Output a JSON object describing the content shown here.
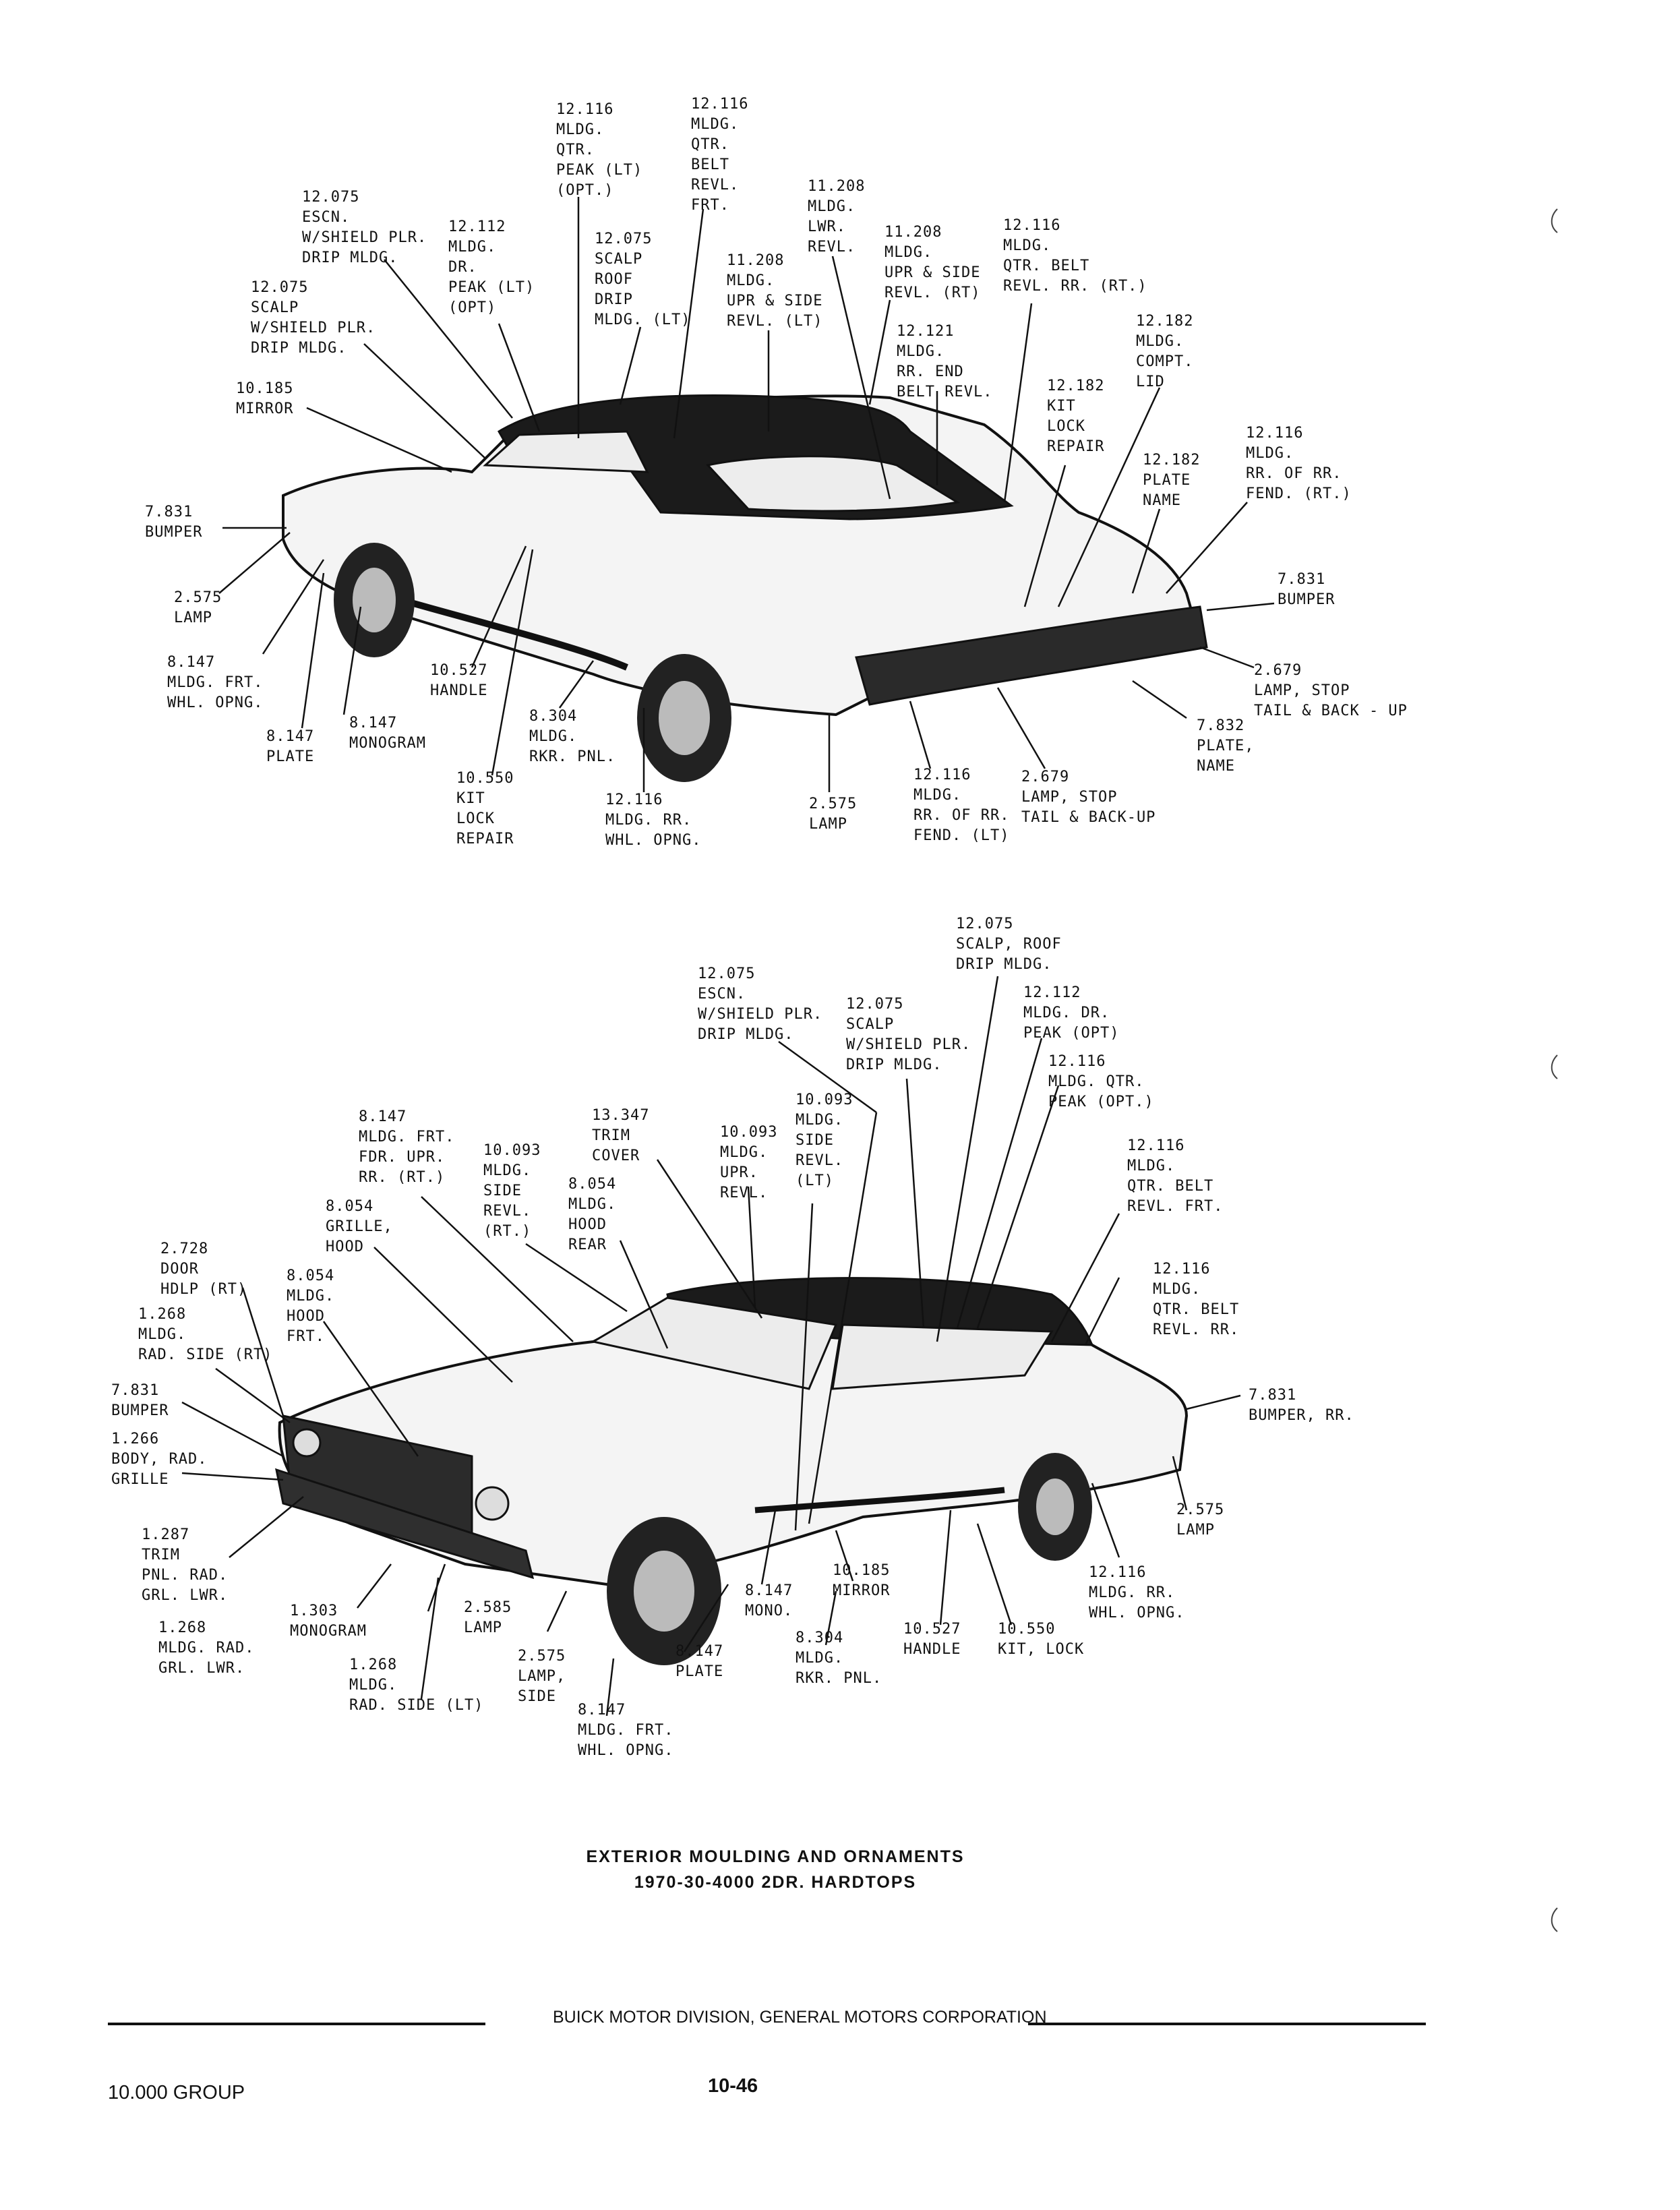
{
  "top_labels": [
    "12.116\nMLDG.\nQTR.\nPEAK (LT)\n(OPT.)",
    "12.116\nMLDG.\nQTR.\nBELT\nREVL.\nFRT.",
    "12.075\nESCN.\nW/SHIELD PLR.\nDRIP MLDG.",
    "12.112\nMLDG.\nDR.\nPEAK (LT)\n(OPT)",
    "12.075\nSCALP\nROOF\nDRIP\nMLDG. (LT)",
    "11.208\nMLDG.\nLWR.\nREVL.",
    "11.208\nMLDG.\nUPR & SIDE\nREVL. (RT)",
    "12.116\nMLDG.\nQTR. BELT\nREVL. RR. (RT.)",
    "12.075\nSCALP\nW/SHIELD PLR.\nDRIP MLDG.",
    "11.208\nMLDG.\nUPR & SIDE\nREVL. (LT)",
    "12.121\nMLDG.\nRR. END\nBELT REVL.",
    "12.182\nMLDG.\nCOMPT.\nLID",
    "10.185\nMIRROR",
    "12.182\nKIT\nLOCK\nREPAIR",
    "12.116\nMLDG.\nRR. OF RR.\nFEND. (RT.)",
    "12.182\nPLATE\nNAME",
    "7.831\nBUMPER",
    "7.831\nBUMPER",
    "2.575\nLAMP",
    "2.679\nLAMP, STOP\nTAIL & BACK - UP",
    "8.147\nMLDG. FRT.\nWHL. OPNG.",
    "10.527\nHANDLE",
    "8.304\nMLDG.\nRKR. PNL.",
    "7.832\nPLATE,\nNAME",
    "8.147\nPLATE",
    "8.147\nMONOGRAM",
    "10.550\nKIT\nLOCK\nREPAIR",
    "12.116\nMLDG. RR.\nWHL. OPNG.",
    "2.575\nLAMP",
    "12.116\nMLDG.\nRR. OF RR.\nFEND. (LT)",
    "2.679\nLAMP, STOP\nTAIL & BACK-UP"
  ],
  "bottom_labels": [
    "12.075\nSCALP, ROOF\nDRIP MLDG.",
    "12.075\nESCN.\nW/SHIELD PLR.\nDRIP MLDG.",
    "12.075\nSCALP\nW/SHIELD PLR.\nDRIP MLDG.",
    "12.112\nMLDG. DR.\nPEAK (OPT)",
    "12.116\nMLDG. QTR.\nPEAK (OPT.)",
    "10.093\nMLDG.\nSIDE\nREVL.\n(LT)",
    "13.347\nTRIM\nCOVER",
    "8.147\nMLDG. FRT.\nFDR. UPR.\nRR. (RT.)",
    "10.093\nMLDG.\nUPR.\nREVL.",
    "10.093\nMLDG.\nSIDE\nREVL.\n(RT.)",
    "8.054\nMLDG.\nHOOD\nREAR",
    "12.116\nMLDG.\nQTR. BELT\nREVL. FRT.",
    "8.054\nGRILLE,\nHOOD",
    "2.728\nDOOR\nHDLP (RT)",
    "8.054\nMLDG.\nHOOD\nFRT.",
    "12.116\nMLDG.\nQTR. BELT\nREVL. RR.",
    "1.268\nMLDG.\nRAD. SIDE (RT)",
    "7.831\nBUMPER",
    "7.831\nBUMPER, RR.",
    "1.266\nBODY, RAD.\nGRILLE",
    "2.575\nLAMP",
    "1.287\nTRIM\nPNL. RAD.\nGRL. LWR.",
    "10.185\nMIRROR",
    "12.116\nMLDG. RR.\nWHL. OPNG.",
    "1.303\nMONOGRAM",
    "2.585\nLAMP",
    "8.147\nMONO.",
    "1.268\nMLDG. RAD.\nGRL. LWR.",
    "10.527\nHANDLE",
    "10.550\nKIT, LOCK",
    "2.575\nLAMP,\nSIDE",
    "8.147\nPLATE",
    "8.304\nMLDG.\nRKR. PNL.",
    "1.268\nMLDG.\nRAD. SIDE (LT)",
    "8.147\nMLDG. FRT.\nWHL. OPNG."
  ],
  "caption": {
    "line1": "EXTERIOR MOULDING AND ORNAMENTS",
    "line2": "1970-30-4000 2DR. HARDTOPS"
  },
  "footer": {
    "division": "BUICK MOTOR DIVISION, GENERAL MOTORS CORPORATION",
    "group": "10.000 GROUP",
    "page": "10-46"
  }
}
